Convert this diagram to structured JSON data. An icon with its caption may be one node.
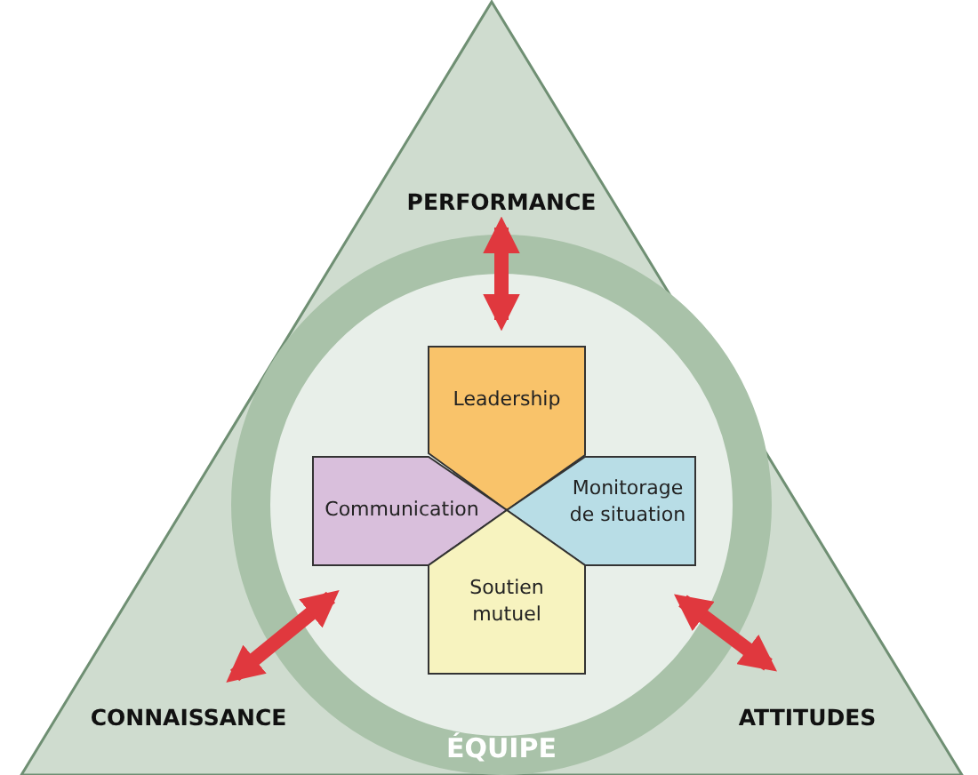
{
  "diagram": {
    "nodes": [
      {
        "text": [],
        "shape": "triangle"
      },
      {
        "text": [
          "PERFORMANCE"
        ],
        "in": 0
      },
      {
        "text": [
          "ÉQUIPE"
        ],
        "in": 0
      },
      {
        "text": [
          "Leadership"
        ],
        "in": 2
      },
      {
        "text": [
          "Communication"
        ],
        "in": 2
      },
      {
        "text": [
          "Monitorage de situation"
        ],
        "in": 2
      },
      {
        "text": [
          "Soutien mutuel"
        ],
        "in": 2
      },
      {
        "text": [
          "CONNAISSANCE"
        ],
        "in": 0
      },
      {
        "text": [
          "ATTITUDES"
        ],
        "in": 0
      }
    ],
    "edges": [
      {
        "from": 1,
        "to": 2,
        "arrow": "both"
      },
      {
        "from": 7,
        "to": 2,
        "arrow": "both"
      },
      {
        "from": 8,
        "to": 2,
        "arrow": "both"
      }
    ]
  }
}
